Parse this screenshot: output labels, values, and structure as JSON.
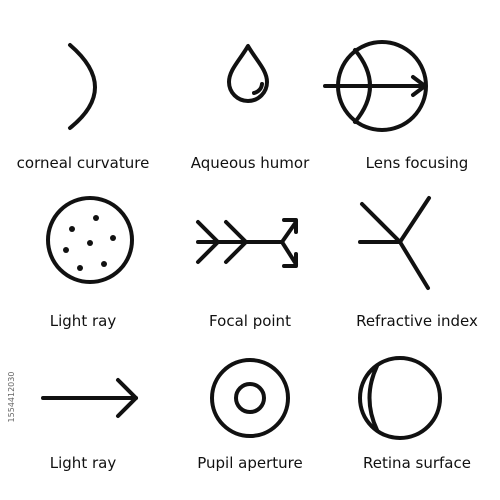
{
  "colors": {
    "stroke": "#111111",
    "background": "#ffffff"
  },
  "cells": [
    {
      "label": "corneal curvature",
      "icon": "cornea-arc-icon"
    },
    {
      "label": "Aqueous humor",
      "icon": "droplet-icon"
    },
    {
      "label": "Lens focusing",
      "icon": "eye-arrow-icon"
    },
    {
      "label": "Light ray",
      "icon": "dotted-circle-icon"
    },
    {
      "label": "Focal point",
      "icon": "forked-arrow-icon"
    },
    {
      "label": "Refractive index",
      "icon": "branching-lines-icon"
    },
    {
      "label": "Light ray",
      "icon": "arrow-right-icon"
    },
    {
      "label": "Pupil aperture",
      "icon": "concentric-circles-icon"
    },
    {
      "label": "Retina surface",
      "icon": "eyeball-icon"
    }
  ],
  "side_id": "1554412030"
}
